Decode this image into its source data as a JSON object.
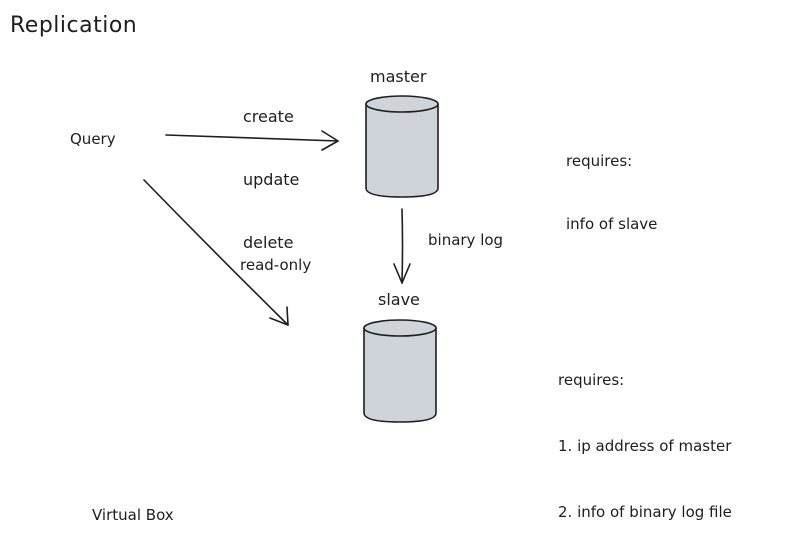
{
  "title": "Replication",
  "query_label": "Query",
  "write_operations": [
    "create",
    "update",
    "delete"
  ],
  "master": {
    "label": "master",
    "requires_title": "requires:",
    "requires_items": [
      "info of slave"
    ]
  },
  "replication_edge_label": "binary log",
  "read_edge_label": "read-only",
  "slave": {
    "label": "slave",
    "requires_title": "requires:",
    "requires_items": [
      "1. ip address of master",
      "2. info of binary log file"
    ]
  },
  "footer_label": "Virtual Box",
  "colors": {
    "stroke": "#1e1e1e",
    "cylinder_fill": "#ced4da",
    "background": "#ffffff"
  }
}
